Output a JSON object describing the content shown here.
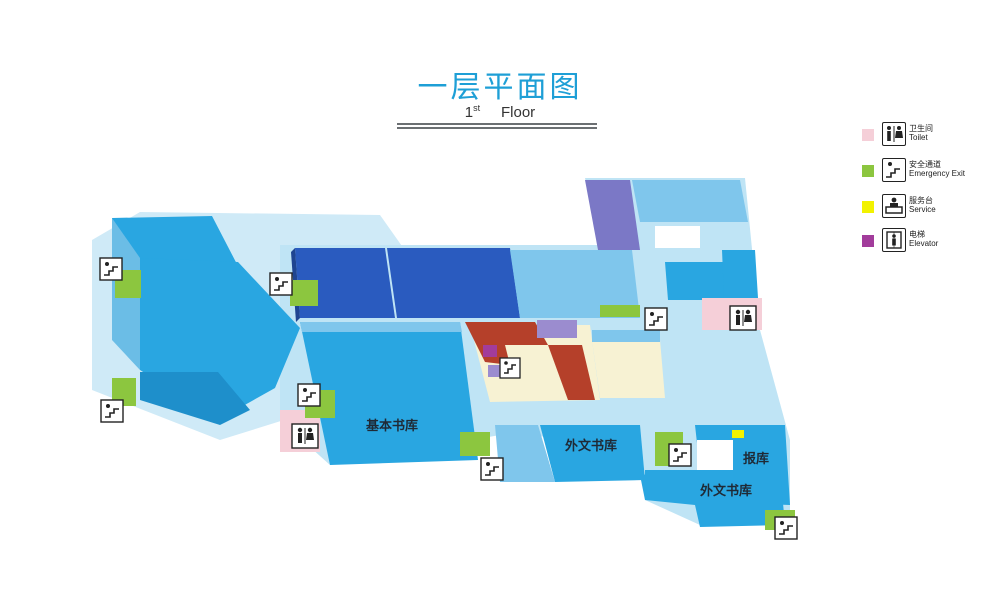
{
  "header": {
    "title": "一层平面图",
    "subtitle_number": "1",
    "subtitle_suffix": "st",
    "subtitle_word": "Floor"
  },
  "legend": [
    {
      "zh": "卫生间",
      "en": "Toilet",
      "color": "#f5cfd8",
      "icon": "toilet-icon"
    },
    {
      "zh": "安全通道",
      "en": "Emergency Exit",
      "color": "#8cc63f",
      "icon": "emergency-exit-icon"
    },
    {
      "zh": "服务台",
      "en": "Service",
      "color": "#f2f200",
      "icon": "service-desk-icon"
    },
    {
      "zh": "电梯",
      "en": "Elevator",
      "color": "#a23c9b",
      "icon": "elevator-icon"
    }
  ],
  "map_labels": {
    "basic_stacks": "基本书库",
    "foreign_stacks_center": "外文书库",
    "newspaper_stacks": "报库",
    "foreign_stacks_right": "外文书库"
  },
  "colors": {
    "light_blue": "#7fc6ec",
    "mid_blue": "#29a6e1",
    "dark_blue": "#2a5bbf",
    "pale_blue": "#bfe4f5",
    "toilet_pink": "#f5cfd8",
    "exit_green": "#8cc63f",
    "service_yellow": "#f2f200",
    "elevator_purple": "#a23c9b",
    "brick": "#b5402a",
    "cream": "#f7f2d3",
    "lavender": "#9b8ccf"
  }
}
